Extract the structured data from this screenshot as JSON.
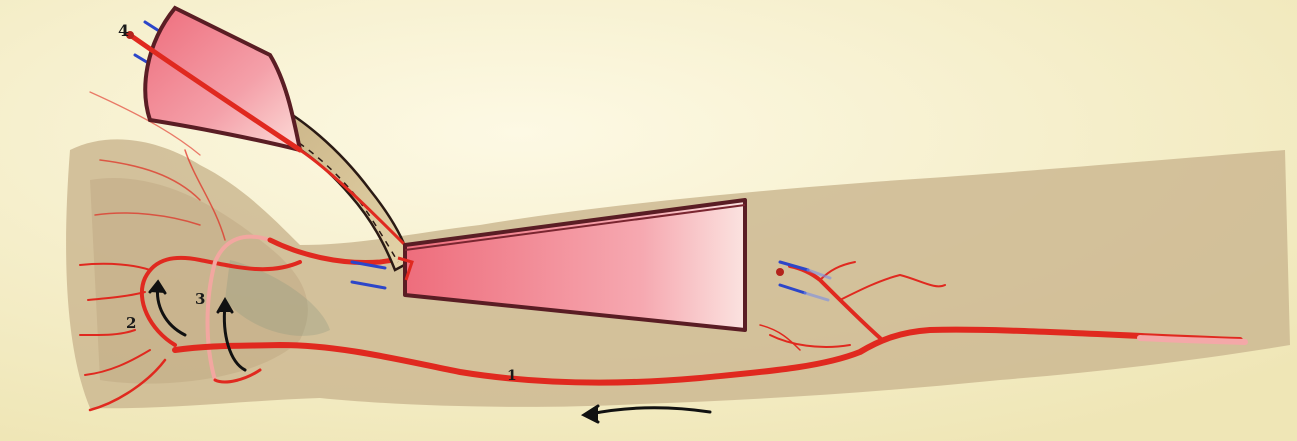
{
  "labels": {
    "artery_main": "1",
    "arch_superficial": "2",
    "arch_deep": "3",
    "flap_pedicle_marker": "4"
  },
  "colors": {
    "background": "#fbf6dc",
    "limb_skin": "#cdb892",
    "artery": "#e0291f",
    "flap_fill": "#f07c86",
    "flap_border": "#5a1d24",
    "vein_marker": "#2c46c9",
    "arrow": "#111111"
  },
  "icons": {
    "flow_direction": "curved-arrow-icon",
    "vessel_stumps": "blue-vein-arrows-icon"
  }
}
